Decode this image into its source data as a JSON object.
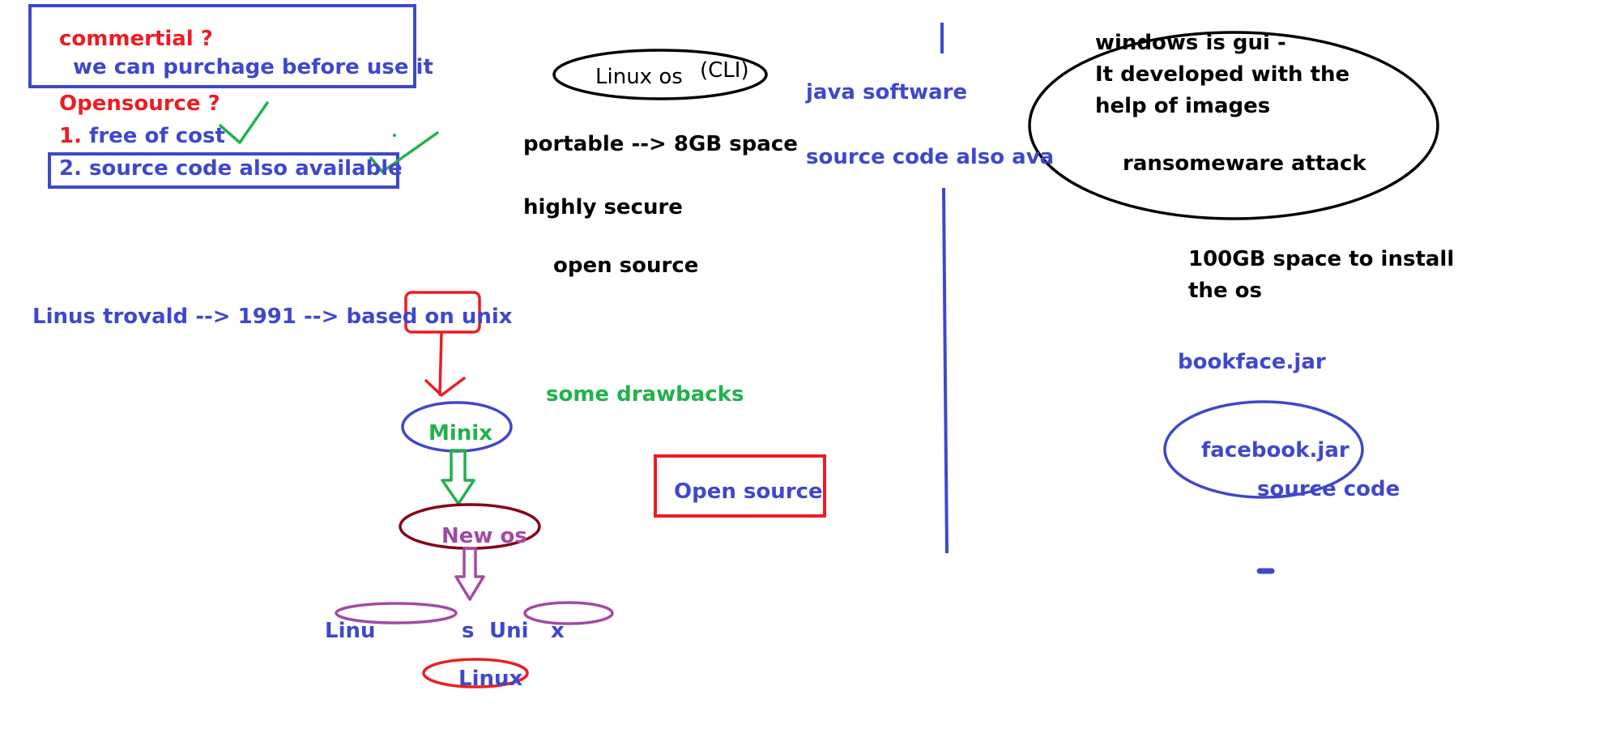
{
  "colors": {
    "red": "#ed1c24",
    "blue": "#3f48cc",
    "black": "#000000",
    "green": "#22b14c",
    "purple": "#a349a4",
    "dark_red": "#880015"
  },
  "left": {
    "commertial_q": "commertial ?",
    "purchase_line": "we can purchage before use it",
    "opensource_q": "Opensource ?",
    "item1_num": "1.",
    "item1_text": "free of cost",
    "item2": "2. source code also available",
    "linus_line_a": "Linus trovald --> 1991 --> based on",
    "linus_line_unix": "unix",
    "minix": "Minix",
    "new_os": "New os",
    "linu": "Linu",
    "s": "s",
    "uni": "Uni",
    "x": "x",
    "linux": "Linux"
  },
  "middle": {
    "linux_os": "Linux os",
    "cli": "(CLI)",
    "portable": "portable  --> 8GB space",
    "highly_secure": "highly secure",
    "open_source_small": "open source",
    "some_drawbacks": "some drawbacks",
    "open_source_box": "Open source",
    "java_software": "java software",
    "source_code_ava": "source code also ava"
  },
  "right": {
    "windows_line1": "windows is gui -",
    "windows_line2": "It developed with the",
    "windows_line3": "help of images",
    "ransomware": "ransomeware attack",
    "space_line1": "100GB space to install",
    "space_line2": "the os",
    "bookface": "bookface.jar",
    "facebook": "facebook.jar",
    "source_code": "source code"
  }
}
